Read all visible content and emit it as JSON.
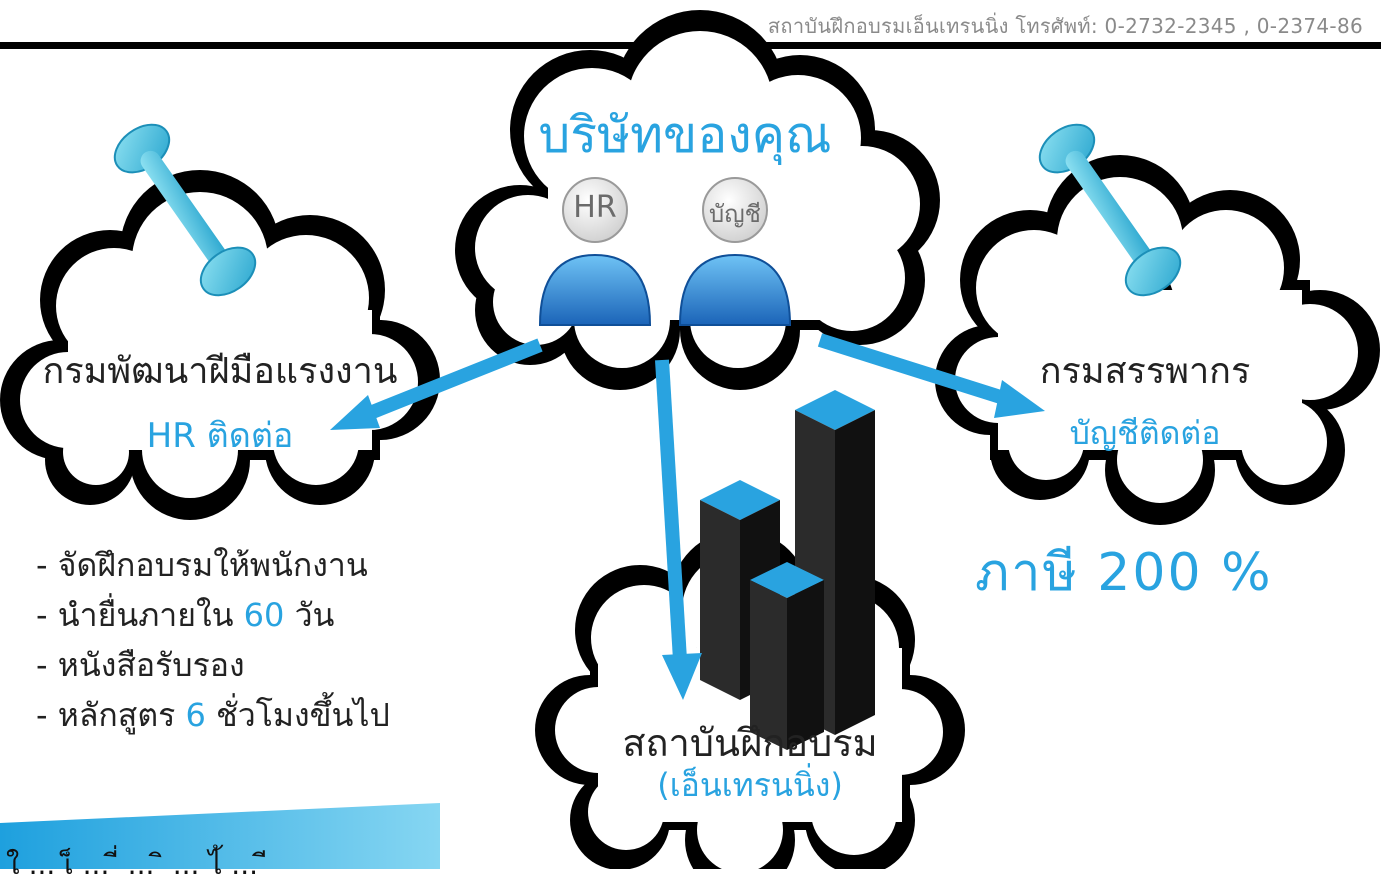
{
  "header": {
    "contact": "สถาบันฝึกอบรมเอ็นเทรนนิ่ง โทรศัพท์: 0-2732-2345 , 0-2374-86"
  },
  "company": {
    "title": "บริษัทของคุณ",
    "roles": [
      "HR",
      "บัญชี"
    ]
  },
  "dsd": {
    "title": "กรมพัฒนาฝีมือแรงงาน",
    "contact": "HR ติดต่อ"
  },
  "revenue": {
    "title": "กรมสรรพากร",
    "contact": "บัญชีติดต่อ"
  },
  "tax_label": "ภาษี 200 %",
  "institute": {
    "title": "สถาบันฝึกอบรม",
    "subtitle": "(เอ็นเทรนนิ่ง)"
  },
  "requirements": [
    {
      "prefix": "- จัดฝึกอบรมให้พนักงาน",
      "number": "",
      "suffix": ""
    },
    {
      "prefix": "- นำยื่นภายใน ",
      "number": "60",
      "suffix": " วัน"
    },
    {
      "prefix": "- หนังสือรับรอง",
      "number": "",
      "suffix": ""
    },
    {
      "prefix": "- หลักสูตร ",
      "number": "6",
      "suffix": " ชั่วโมงขึ้นไป"
    }
  ],
  "banner": {
    "text": "ใ ... เ็ ... ี่ ... ิ ... ไ้ ... ี"
  },
  "colors": {
    "accent": "#29a3e0",
    "cloud_outline": "#000000",
    "building": "#1a1a1a",
    "phone": "#3cc0e0"
  },
  "icons": [
    "phone-icon",
    "person-icon",
    "building-icon",
    "arrow-icon"
  ]
}
